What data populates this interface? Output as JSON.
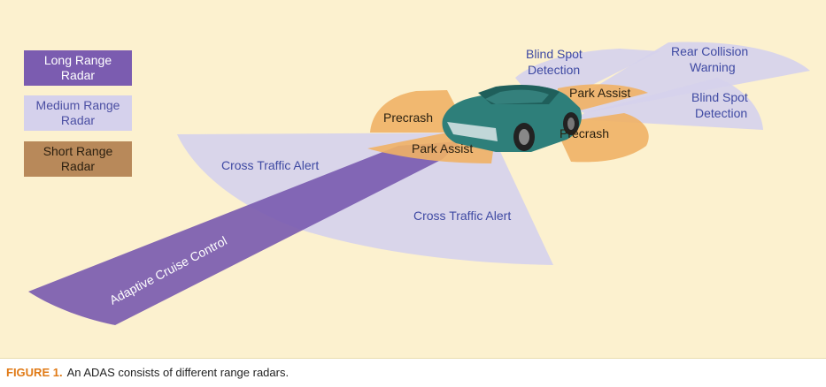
{
  "legend": {
    "long_range": "Long Range\nRadar",
    "medium_range": "Medium Range\nRadar",
    "short_range": "Short Range\nRadar"
  },
  "zones": {
    "adaptive_cruise_control": "Adaptive Cruise Control",
    "cross_traffic_alert_left": "Cross Traffic Alert",
    "cross_traffic_alert_front": "Cross Traffic Alert",
    "precrash_front": "Precrash",
    "park_assist_front": "Park Assist",
    "park_assist_rear": "Park Assist",
    "precrash_rear": "Precrash",
    "blind_spot_detection_top_1": "Blind Spot",
    "blind_spot_detection_top_2": "Detection",
    "rear_collision_warning_1": "Rear Collision",
    "rear_collision_warning_2": "Warning",
    "blind_spot_detection_right_1": "Blind Spot",
    "blind_spot_detection_right_2": "Detection"
  },
  "colors": {
    "long_range": "#7b5cb0",
    "medium_range": "#d5d1ec",
    "short_range": "#f0b165",
    "car_body": "#2e7f7a",
    "background": "#fcf1cf"
  },
  "caption": {
    "figure_label": "FIGURE 1.",
    "text": "An ADAS consists of different range radars."
  }
}
